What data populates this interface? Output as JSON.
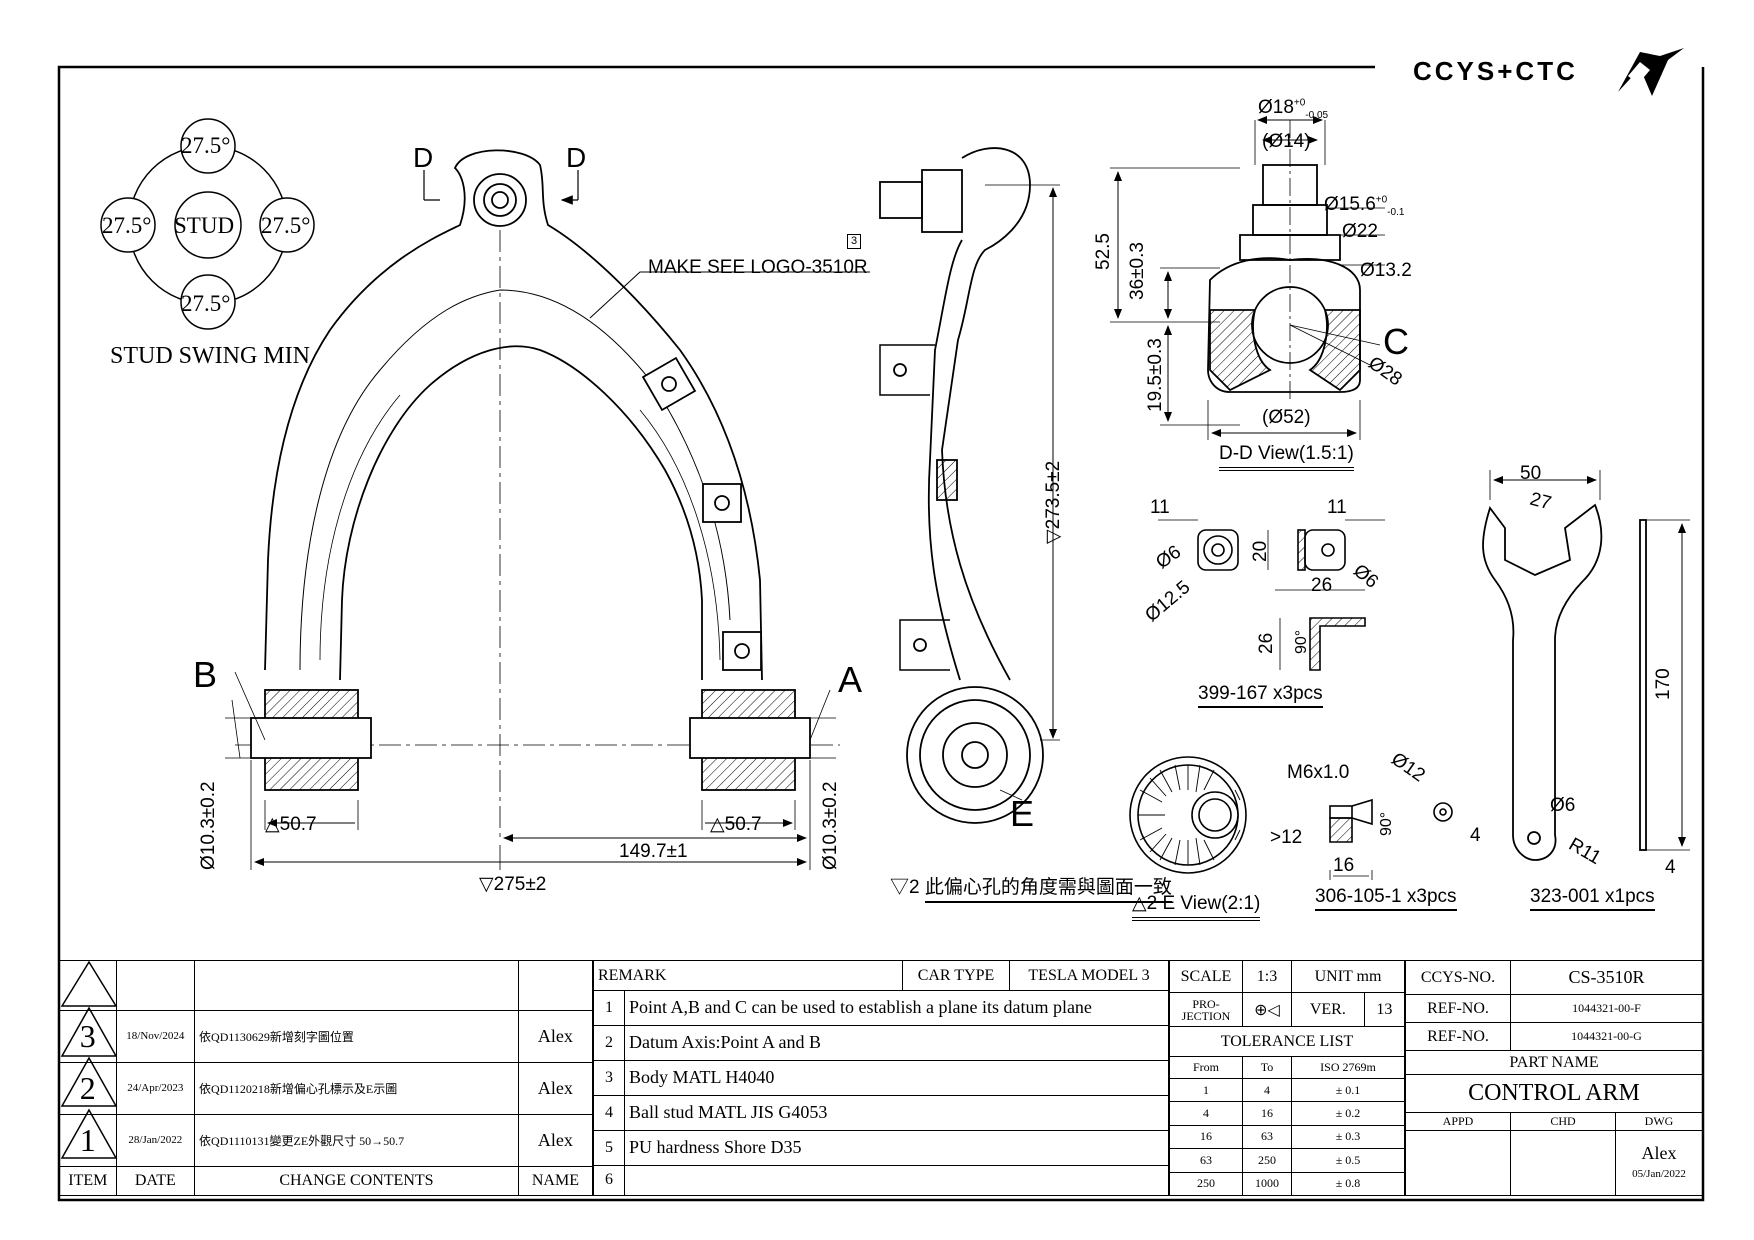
{
  "logo": {
    "text": "CCYS+CTC"
  },
  "stud_swing": {
    "center": "STUD",
    "angle": "27.5°",
    "caption": "STUD SWING MIN"
  },
  "main_view": {
    "section_mark": "D",
    "logo_note": "MAKE SEE LOGO-3510R",
    "logo_note_rev": "3",
    "label_a": "A",
    "label_b": "B",
    "label_c": "C",
    "label_e": "E",
    "dim_bore_left": "Ø10.3±0.2",
    "dim_bore_right": "Ø10.3±0.2",
    "dim_width_left": "50.7",
    "dim_width_right": "50.7",
    "dim_half": "149.7±1",
    "dim_total": "275±2",
    "dim_height": "273.5±2",
    "dim_height_rev": "2"
  },
  "dd_view": {
    "d18": "Ø18",
    "d18_tol_upper": "+0",
    "d18_tol_lower": "-0.05",
    "d14": "(Ø14)",
    "d15": "Ø15.6",
    "d15_tol_upper": "+0",
    "d15_tol_lower": "-0.1",
    "d22": "Ø22",
    "d13": "Ø13.2",
    "d28": "Ø28",
    "d52": "(Ø52)",
    "h52": "52.5",
    "h36": "36±0.3",
    "h19": "19.5±0.3",
    "title": "D-D View(1.5:1)"
  },
  "part_399": {
    "d6a": "Ø6",
    "d12": "Ø12.5",
    "w11a": "11",
    "w11b": "11",
    "h20": "20",
    "d6b": "Ø6",
    "w26": "26",
    "h26": "26",
    "ang": "90°",
    "label": "399-167 x3pcs"
  },
  "e_view": {
    "note": "此偏心孔的角度需與圖面一致",
    "note_rev": "2",
    "title": "E View(2:1)",
    "title_rev": "2"
  },
  "part_306": {
    "thread": "M6x1.0",
    "d12": "Ø12",
    "ang": "90°",
    "w12": ">12",
    "w16": "16",
    "w4": "4",
    "label": "306-105-1 x3pcs"
  },
  "part_323": {
    "w50": "50",
    "w27": "27",
    "d6": "Ø6",
    "r11": "R11",
    "l170": "170",
    "t4": "4",
    "label": "323-001 x1pcs"
  },
  "revisions": [
    {
      "item": "3",
      "date": "18/Nov/2024",
      "content": "依QD1130629新增刻字圖位置",
      "name": "Alex"
    },
    {
      "item": "2",
      "date": "24/Apr/2023",
      "content": "依QD1120218新增偏心孔標示及E示圖",
      "name": "Alex"
    },
    {
      "item": "1",
      "date": "28/Jan/2022",
      "content": "依QD1110131變更ZE外觀尺寸 50→50.7",
      "name": "Alex"
    }
  ],
  "rev_headers": {
    "item": "ITEM",
    "date": "DATE",
    "content": "CHANGE CONTENTS",
    "name": "NAME"
  },
  "remark": {
    "header": "REMARK",
    "car_type_label": "CAR TYPE",
    "car_type": "TESLA MODEL 3",
    "items": [
      {
        "no": "1",
        "text": "Point A,B and C can be used to establish a plane its datum plane"
      },
      {
        "no": "2",
        "text": "Datum Axis:Point A and B"
      },
      {
        "no": "3",
        "text": "Body MATL H4040"
      },
      {
        "no": "4",
        "text": "Ball stud MATL JIS G4053"
      },
      {
        "no": "5",
        "text": "PU hardness Shore D35"
      },
      {
        "no": "6",
        "text": ""
      }
    ]
  },
  "title_block": {
    "scale_label": "SCALE",
    "scale": "1:3",
    "unit_label": "UNIT",
    "unit": "mm",
    "projection_label_1": "PRO-",
    "projection_label_2": "JECTION",
    "ver_label": "VER.",
    "ver": "13",
    "tolerance_title": "TOLERANCE LIST",
    "tol_headers": {
      "from": "From",
      "to": "To",
      "std": "ISO 2769m"
    },
    "tolerances": [
      {
        "from": "1",
        "to": "4",
        "tol": "± 0.1"
      },
      {
        "from": "4",
        "to": "16",
        "tol": "± 0.2"
      },
      {
        "from": "16",
        "to": "63",
        "tol": "± 0.3"
      },
      {
        "from": "63",
        "to": "250",
        "tol": "± 0.5"
      },
      {
        "from": "250",
        "to": "1000",
        "tol": "± 0.8"
      }
    ],
    "ccys_no_label": "CCYS-NO.",
    "ccys_no": "CS-3510R",
    "ref_no_label": "REF-NO.",
    "ref_no_1": "1044321-00-F",
    "ref_no_2": "1044321-00-G",
    "part_name_label": "PART NAME",
    "part_name": "CONTROL ARM",
    "appd": "APPD",
    "chd": "CHD",
    "dwg": "DWG",
    "dwg_name": "Alex",
    "dwg_date": "05/Jan/2022"
  }
}
